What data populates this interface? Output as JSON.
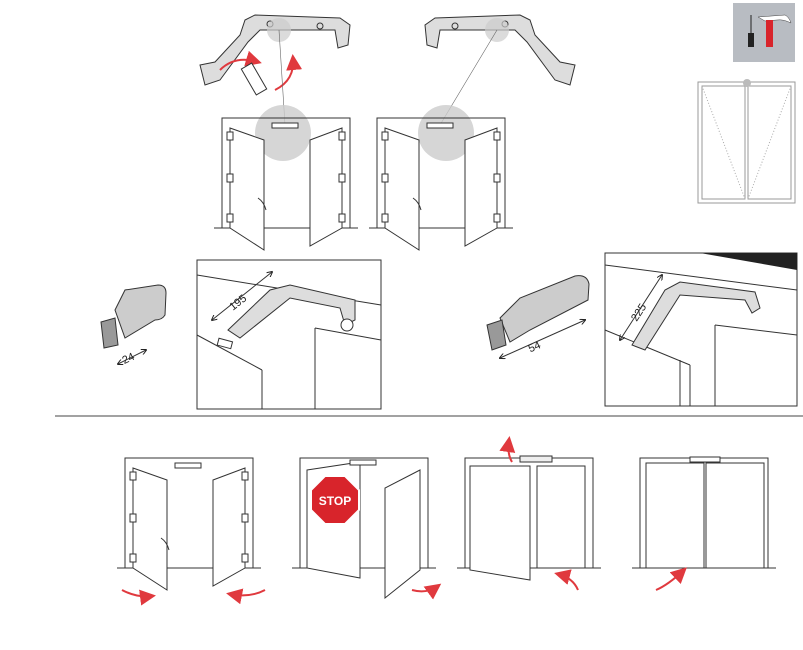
{
  "dimensions": {
    "arm_length_left": "195",
    "cover_offset_left": "24",
    "cover_offset_right": "54",
    "arm_length_right": "225"
  },
  "stop_sign": {
    "label": "STOP",
    "color": "#d8242b"
  },
  "tool_badge": {
    "background": "#b8bcc2",
    "hammer_handle_color": "#d8242b"
  },
  "accent_color": "#e0393e"
}
